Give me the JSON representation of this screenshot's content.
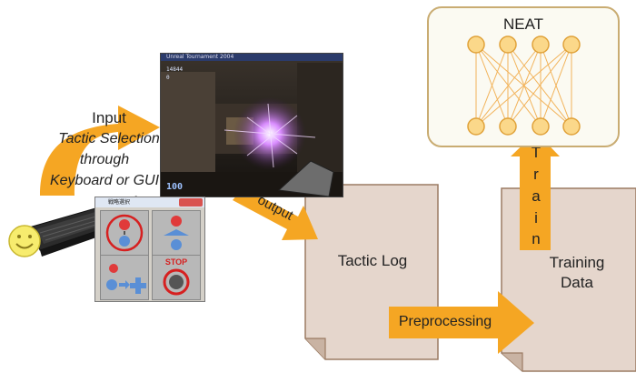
{
  "input_arrow": {
    "title": "Input",
    "subtitle_lines": [
      "Tactic Selection",
      "through",
      "Keyboard or GUI"
    ]
  },
  "output_arrow": {
    "label": "output"
  },
  "tactic_log": {
    "label": "Tactic Log"
  },
  "preprocessing_arrow": {
    "label": "Preprocessing"
  },
  "training_data": {
    "label_lines": [
      "Training",
      "Data"
    ]
  },
  "train_arrow": {
    "letters": [
      "T",
      "r",
      "a",
      "i",
      "n"
    ]
  },
  "neat": {
    "label": "NEAT",
    "input_nodes": 4,
    "output_nodes": 4
  },
  "game_window": {
    "title": "Unreal Tournament 2004",
    "hud_score": "14844",
    "hud_ammo": "0",
    "health": "100"
  },
  "gui_window": {
    "title": "戦略選択",
    "stop_label": "STOP"
  },
  "colors": {
    "arrow_orange": "#f5a623",
    "doc_fill": "#e5d6cc",
    "doc_stroke": "#9b7b63",
    "neat_border": "#c9ac72",
    "node_fill": "#fbd88a",
    "node_stroke": "#e0a23a",
    "edge": "#f2b35a"
  },
  "icons": [
    "smiley-face-icon",
    "keyboard-icon",
    "game-screenshot",
    "tactic-gui-window"
  ]
}
